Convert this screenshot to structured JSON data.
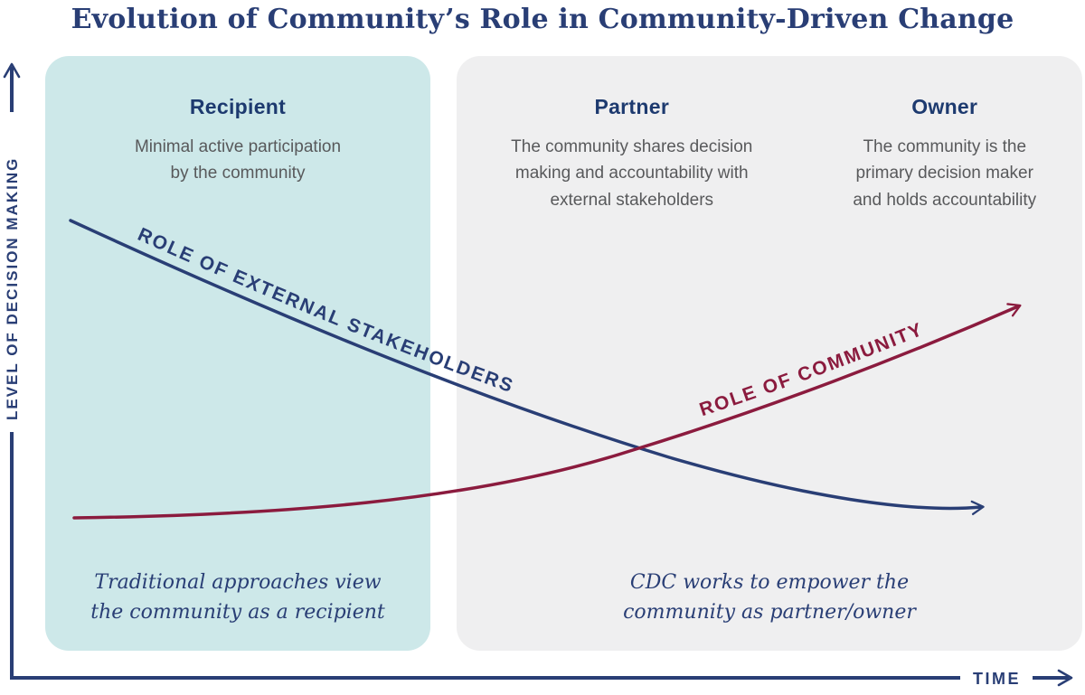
{
  "title": "Evolution of Community’s Role in Community-Driven Change",
  "colors": {
    "navy": "#293e75",
    "maroon": "#8b1b3e",
    "teal_panel": "#cde8e9",
    "gray_panel": "#efeff0",
    "gray_text": "#58595b"
  },
  "y_axis": {
    "label": "LEVEL OF DECISION MAKING"
  },
  "x_axis": {
    "label": "TIME"
  },
  "stages": [
    {
      "name": "Recipient",
      "description_lines": [
        "Minimal active participation",
        "by the community"
      ]
    },
    {
      "name": "Partner",
      "description_lines": [
        "The community shares decision",
        "making and accountability with",
        "external stakeholders"
      ]
    },
    {
      "name": "Owner",
      "description_lines": [
        "The community is the",
        "primary decision maker",
        "and holds accountability"
      ]
    }
  ],
  "curves": [
    {
      "label": "ROLE OF EXTERNAL STAKEHOLDERS",
      "direction": "descending",
      "color": "#293e75"
    },
    {
      "label": "ROLE OF COMMUNITY",
      "direction": "ascending",
      "color": "#8b1b3e"
    }
  ],
  "annotations": [
    {
      "panel": "left",
      "lines": [
        "Traditional approaches view",
        "the community as a recipient"
      ]
    },
    {
      "panel": "right",
      "lines": [
        "CDC works to empower the",
        "community as partner/owner"
      ]
    }
  ]
}
